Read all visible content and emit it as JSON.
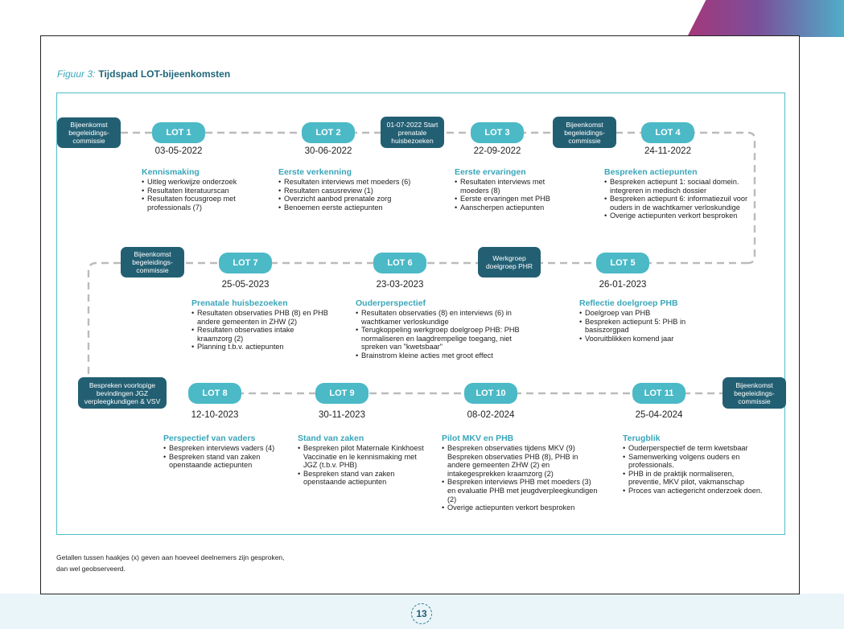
{
  "figure": {
    "label": "Figuur 3:",
    "title": "Tijdspad LOT-bijeenkomsten"
  },
  "meetings": [
    {
      "label": "LOT 1",
      "date": "03-05-2022",
      "heading": "Kennismaking",
      "items": [
        "Uitleg werkwijze onderzoek",
        "Resultaten literatuurscan",
        "Resultaten focusgroep met professionals (7)"
      ]
    },
    {
      "label": "LOT 2",
      "date": "30-06-2022",
      "heading": "Eerste verkenning",
      "items": [
        "Resultaten interviews met moeders (6)",
        "Resultaten casusreview (1)",
        "Overzicht aanbod prenatale zorg",
        "Benoemen eerste actiepunten"
      ]
    },
    {
      "label": "LOT 3",
      "date": "22-09-2022",
      "heading": "Eerste ervaringen",
      "items": [
        "Resultaten interviews met moeders (8)",
        "Eerste ervaringen met PHB",
        "Aanscherpen actiepunten"
      ]
    },
    {
      "label": "LOT 4",
      "date": "24-11-2022",
      "heading": "Bespreken actiepunten",
      "items": [
        "Bespreken actiepunt 1: sociaal domein. integreren in medisch dossier",
        "Bespreken actiepunt 6: informatiezuil voor ouders in de wachtkamer verloskundige",
        "Overige actiepunten verkort besproken"
      ]
    },
    {
      "label": "LOT 5",
      "date": "26-01-2023",
      "heading": "Reflectie doelgroep PHB",
      "items": [
        "Doelgroep van PHB",
        "Bespreken actiepunt 5: PHB in basiszorgpad",
        "Vooruitblikken komend jaar"
      ]
    },
    {
      "label": "LOT 6",
      "date": "23-03-2023",
      "heading": "Ouderperspectief",
      "items": [
        "Resultaten observaties (8) en interviews (6) in wachtkamer verloskundige",
        "Terugkoppeling werkgroep doelgroep PHB: PHB normaliseren en laagdrempelige toegang, niet spreken van \"kwetsbaar\"",
        "Brainstrom kleine acties met groot effect"
      ]
    },
    {
      "label": "LOT 7",
      "date": "25-05-2023",
      "heading": "Prenatale huisbezoeken",
      "items": [
        "Resultaten observaties PHB (8) en PHB andere gemeenten in ZHW (2)",
        "Resultaten observaties intake kraamzorg (2)",
        "Planning t.b.v. actiepunten"
      ]
    },
    {
      "label": "LOT 8",
      "date": "12-10-2023",
      "heading": "Perspectief van vaders",
      "items": [
        "Bespreken interviews vaders (4)",
        "Bespreken stand van zaken openstaande actiepunten"
      ]
    },
    {
      "label": "LOT 9",
      "date": "30-11-2023",
      "heading": "Stand van zaken",
      "items": [
        "Bespreken pilot Maternale Kinkhoest Vaccinatie en le kennismaking met JGZ (t.b.v. PHB)",
        "Bespreken stand van zaken openstaande actiepunten"
      ]
    },
    {
      "label": "LOT 10",
      "date": "08-02-2024",
      "heading": "Pilot MKV en PHB",
      "items": [
        "Bespreken observaties tijdens MKV (9) Bespreken observaties PHB (8), PHB in andere gemeenten ZHW (2) en intakegesprekken kraamzorg (2)",
        "Bespreken interviews PHB met moeders (3) en evaluatie PHB met jeugdverpleegkundigen (2)",
        "Overige actiepunten verkort besproken"
      ]
    },
    {
      "label": "LOT 11",
      "date": "25-04-2024",
      "heading": "Terugblik",
      "items": [
        "Ouderperspectief de term kwetsbaar",
        "Samenwerking volgens ouders en professionals.",
        "PHB in de praktijk normaliseren, preventie, MKV pilot, vakmanschap",
        "Proces van actiegericht onderzoek doen."
      ]
    }
  ],
  "events": [
    {
      "text": "Bijeenkomst begeleidings-commissie"
    },
    {
      "text": "01-07-2022 Start prenatale huisbezoeken"
    },
    {
      "text": "Bijeenkomst begeleidings-commissie"
    },
    {
      "text": "Bijeenkomst begeleidings-commissie"
    },
    {
      "text": "Werkgroep doelgroep PHR"
    },
    {
      "text": "Bespreken voorlopige bevindingen JGZ verpleegkundigen & VSV"
    },
    {
      "text": "Bijeenkomst begeleidings-commissie"
    }
  ],
  "footnote": "Getallen tussen haakjes (x) geven aan hoeveel deelnemers zijn gesproken, dan wel geobserveerd.",
  "page_number": "13",
  "colors": {
    "teal": "#4bb9c6",
    "dark_teal": "#235f73",
    "heading": "#3aa6b9",
    "connector": "#bbbbbb"
  }
}
